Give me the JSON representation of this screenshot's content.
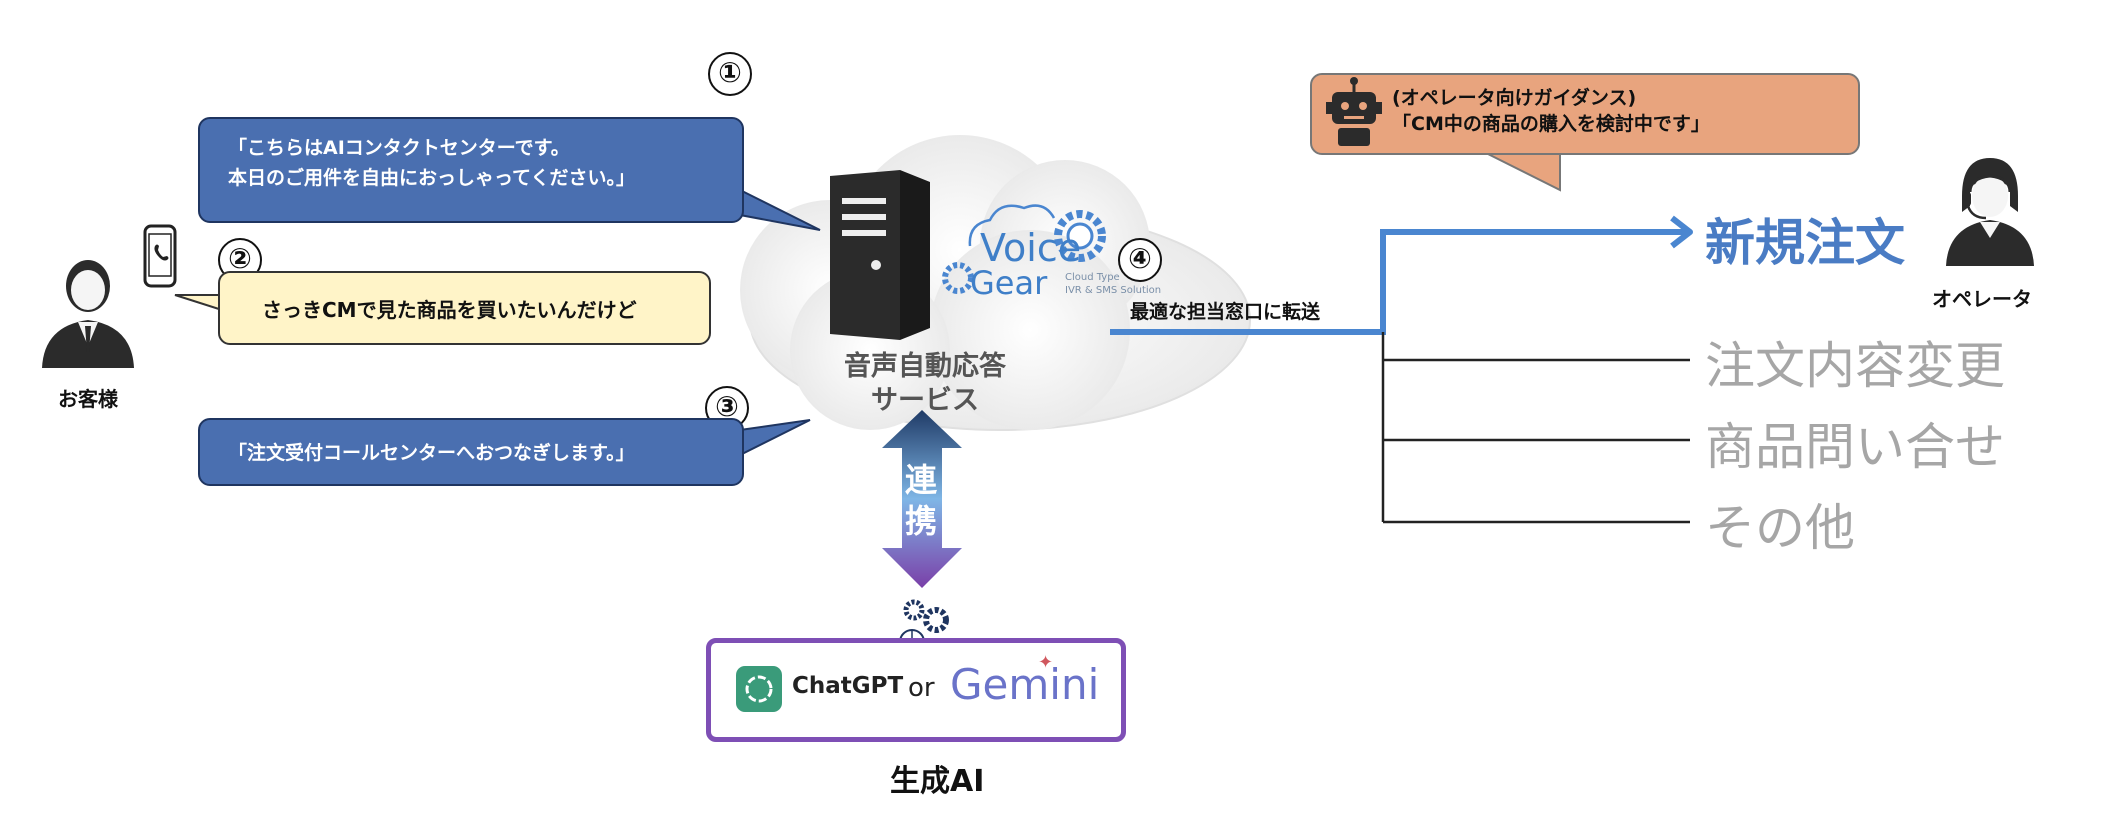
{
  "customer": {
    "label": "お客様"
  },
  "operator": {
    "label": "オペレータ"
  },
  "steps": [
    "①",
    "②",
    "③",
    "④"
  ],
  "bubbles": {
    "ai_greeting_line1": "「こちらはAIコンタクトセンターです。",
    "ai_greeting_line2": "本日のご用件を自由におっしゃってください。」",
    "customer_request": "さっきCMで見た商品を買いたいんだけど",
    "ai_transfer": "「注文受付コールセンターへおつなぎします。」",
    "guidance_line1": "(オペレータ向けガイダンス)",
    "guidance_line2": "「CM中の商品の購入を検討中です」"
  },
  "service": {
    "name_line1": "音声自動応答",
    "name_line2": "サービス",
    "logo_word1": "Voice",
    "logo_word2": "Gear",
    "logo_tag1": "Cloud Type",
    "logo_tag2": "IVR & SMS Solution"
  },
  "link": {
    "char1": "連",
    "char2": "携"
  },
  "ai": {
    "option1": "ChatGPT",
    "connector": "or",
    "option2": "Gemini",
    "label": "生成AI"
  },
  "routing": {
    "label": "最適な担当窓口に転送",
    "selected": "新規注文",
    "options": [
      "注文内容変更",
      "商品問い合せ",
      "その他"
    ]
  },
  "colors": {
    "bubble_blue": "#4a6fb0",
    "bubble_yellow": "#fff4c8",
    "bubble_orange": "#e8a47e",
    "route_line": "#4a86d0",
    "selected_text": "#4a7cc4",
    "inactive_text": "#a6a6a6",
    "ai_border": "#7e4fb5"
  }
}
